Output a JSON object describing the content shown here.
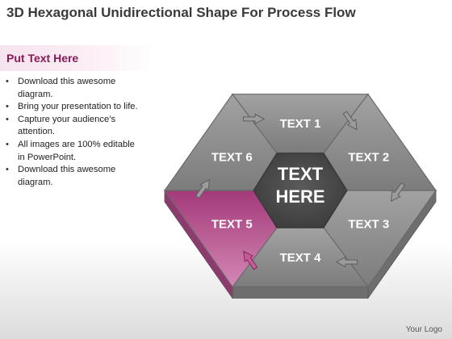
{
  "slide": {
    "title": "3D Hexagonal Unidirectional Shape For Process Flow",
    "subhead": "Put Text Here",
    "bullets": [
      "Download this awesome diagram.",
      "Bring your presentation to life.",
      "Capture your audience’s attention.",
      "All images are 100% editable in PowerPoint.",
      "Download this awesome diagram."
    ],
    "brand": "Your Logo"
  },
  "diagram": {
    "center": {
      "line1": "TEXT",
      "line2": "HERE"
    },
    "segments": [
      {
        "label": "TEXT 1",
        "highlight": false
      },
      {
        "label": "TEXT 2",
        "highlight": false
      },
      {
        "label": "TEXT 3",
        "highlight": false
      },
      {
        "label": "TEXT 4",
        "highlight": false
      },
      {
        "label": "TEXT 5",
        "highlight": true
      },
      {
        "label": "TEXT 6",
        "highlight": false
      }
    ],
    "colors": {
      "segment": "#8a8a8a",
      "highlight": "#b44a8a",
      "center": "#4a4a4a",
      "side": "#6e6e6e",
      "text": "#ffffff"
    }
  }
}
